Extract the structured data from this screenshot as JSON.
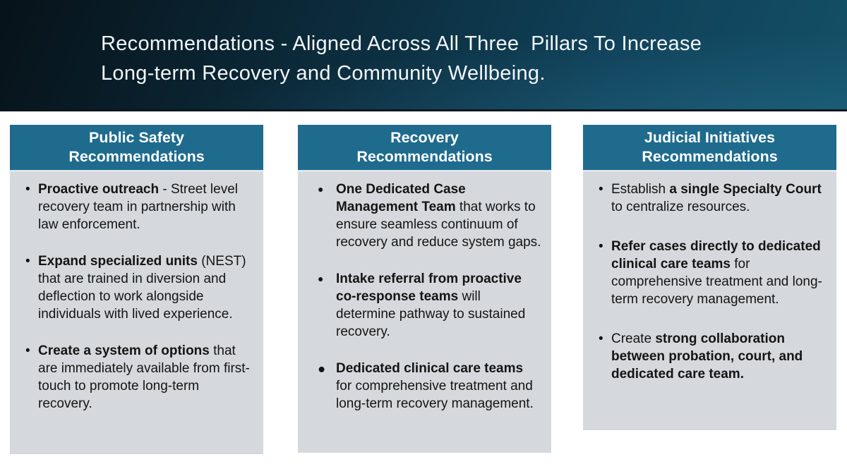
{
  "slide": {
    "title_line1": "Recommendations - Aligned Across All Three  Pillars To Increase",
    "title_line2": "Long-term Recovery and Community Wellbeing."
  },
  "colors": {
    "band_dark": "#0b2837",
    "accent_teal": "#1e6b8e",
    "panel_gray": "#d5d9dd",
    "body_text": "#141414",
    "title_text": "#f3f7fa"
  },
  "columns": [
    {
      "id": "public-safety",
      "header_line1": "Public Safety",
      "header_line2": "Recommendations",
      "marker_style": "small-dot",
      "bullets": [
        {
          "segments": [
            {
              "text": "Proactive outreach",
              "bold": true
            },
            {
              "text": " - Street level recovery team in partnership with law enforcement.",
              "bold": false
            }
          ]
        },
        {
          "segments": [
            {
              "text": "Expand specialized units",
              "bold": true
            },
            {
              "text": " (NEST) that are trained in diversion and deflection to work alongside individuals with lived experience.",
              "bold": false
            }
          ]
        },
        {
          "segments": [
            {
              "text": "Create a system of options",
              "bold": true
            },
            {
              "text": " that are immediately available from first-touch to promote long-term recovery.",
              "bold": false
            }
          ]
        }
      ]
    },
    {
      "id": "recovery",
      "header_line1": "Recovery",
      "header_line2": "Recommendations",
      "marker_style": "round-dot",
      "bullets": [
        {
          "segments": [
            {
              "text": "One Dedicated Case Management Team",
              "bold": true
            },
            {
              "text": " that works to ensure seamless continuum of recovery and reduce system gaps.",
              "bold": false
            }
          ]
        },
        {
          "segments": [
            {
              "text": "Intake referral from proactive co-response teams",
              "bold": true
            },
            {
              "text": " will determine pathway to sustained recovery.",
              "bold": false
            }
          ]
        },
        {
          "size": "large",
          "segments": [
            {
              "text": "Dedicated clinical care teams",
              "bold": true
            },
            {
              "text": " for comprehensive treatment and long-term recovery management.",
              "bold": false
            }
          ]
        }
      ]
    },
    {
      "id": "judicial",
      "header_line1": "Judicial Initiatives",
      "header_line2": "Recommendations",
      "marker_style": "small-dot",
      "bullets": [
        {
          "segments": [
            {
              "text": "Establish ",
              "bold": false
            },
            {
              "text": "a single Specialty Court",
              "bold": true
            },
            {
              "text": " to centralize resources.",
              "bold": false
            }
          ]
        },
        {
          "segments": [
            {
              "text": "Refer cases directly to dedicated clinical care teams",
              "bold": true
            },
            {
              "text": " for comprehensive treatment and long-term recovery management.",
              "bold": false
            }
          ]
        },
        {
          "segments": [
            {
              "text": "Create ",
              "bold": false
            },
            {
              "text": "strong collaboration between probation, court, and dedicated care team.",
              "bold": true
            }
          ]
        }
      ]
    }
  ]
}
